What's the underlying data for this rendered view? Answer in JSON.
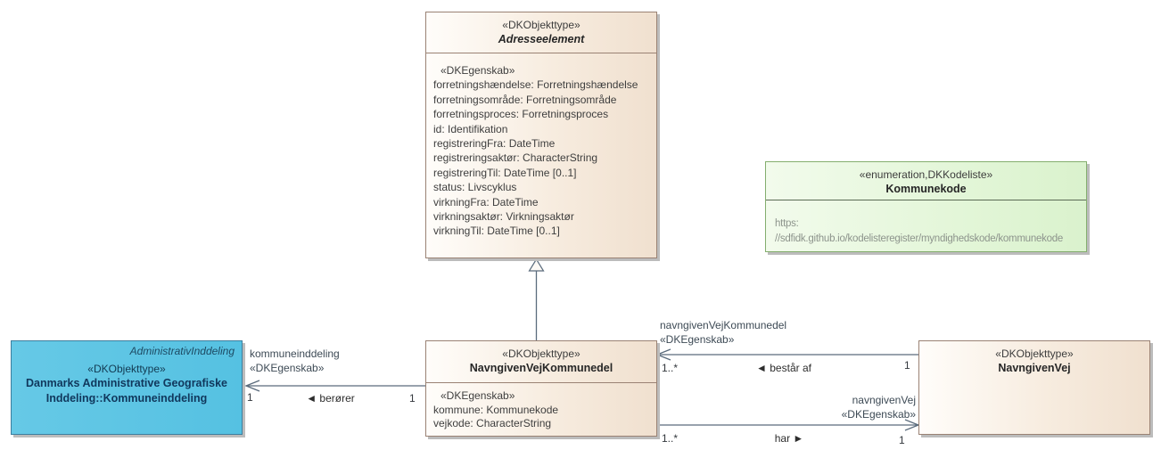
{
  "diagram": {
    "classes": {
      "adresseelement": {
        "stereotype": "«DKObjekttype»",
        "name": "Adresseelement",
        "attr_stereotype": "«DKEgenskab»",
        "attributes": [
          "forretningshændelse: Forretningshændelse",
          "forretningsområde: Forretningsområde",
          "forretningsproces: Forretningsproces",
          "id: Identifikation",
          "registreringFra: DateTime",
          "registreringsaktør: CharacterString",
          "registreringTil: DateTime [0..1]",
          "status: Livscyklus",
          "virkningFra: DateTime",
          "virkningsaktør: Virkningsaktør",
          "virkningTil: DateTime [0..1]"
        ]
      },
      "kommunekode": {
        "stereotype": "«enumeration,DKKodeliste»",
        "name": "Kommunekode",
        "url_line1": "https:",
        "url_line2": "//sdfidk.github.io/kodelisteregister/myndighedskode/kommunekode"
      },
      "navngivenvejkommunedel": {
        "stereotype": "«DKObjekttype»",
        "name": "NavngivenVejKommunedel",
        "attr_stereotype": "«DKEgenskab»",
        "attributes": [
          "kommune: Kommunekode",
          "vejkode: CharacterString"
        ]
      },
      "kommuneinddeling": {
        "package": "AdministrativInddeling",
        "stereotype": "«DKObjekttype»",
        "name_line1": "Danmarks Administrative Geografiske",
        "name_line2": "Inddeling::Kommuneinddeling"
      },
      "navngivenvej": {
        "stereotype": "«DKObjekttype»",
        "name": "NavngivenVej"
      }
    },
    "associations": {
      "beroerer": {
        "role": "kommuneinddeling",
        "role_stereotype": "«DKEgenskab»",
        "name": "◄ berører",
        "mult_source": "1",
        "mult_target": "1"
      },
      "bestaar_af": {
        "role": "navngivenVejKommunedel",
        "role_stereotype": "«DKEgenskab»",
        "name": "◄ består af",
        "mult_source": "1..*",
        "mult_target": "1"
      },
      "har": {
        "role": "navngivenVej",
        "role_stereotype": "«DKEgenskab»",
        "name": "har ►",
        "mult_source": "1..*",
        "mult_target": "1"
      }
    },
    "colors": {
      "class_fill": "#f7ecdf",
      "class_border": "#9a8274",
      "enumeration_fill": "#e3f6d8",
      "enumeration_border": "#84ae6e",
      "external_class_fill": "#55c1e2",
      "external_class_border": "#3c7e9e",
      "connector": "#5a6b7c"
    }
  }
}
